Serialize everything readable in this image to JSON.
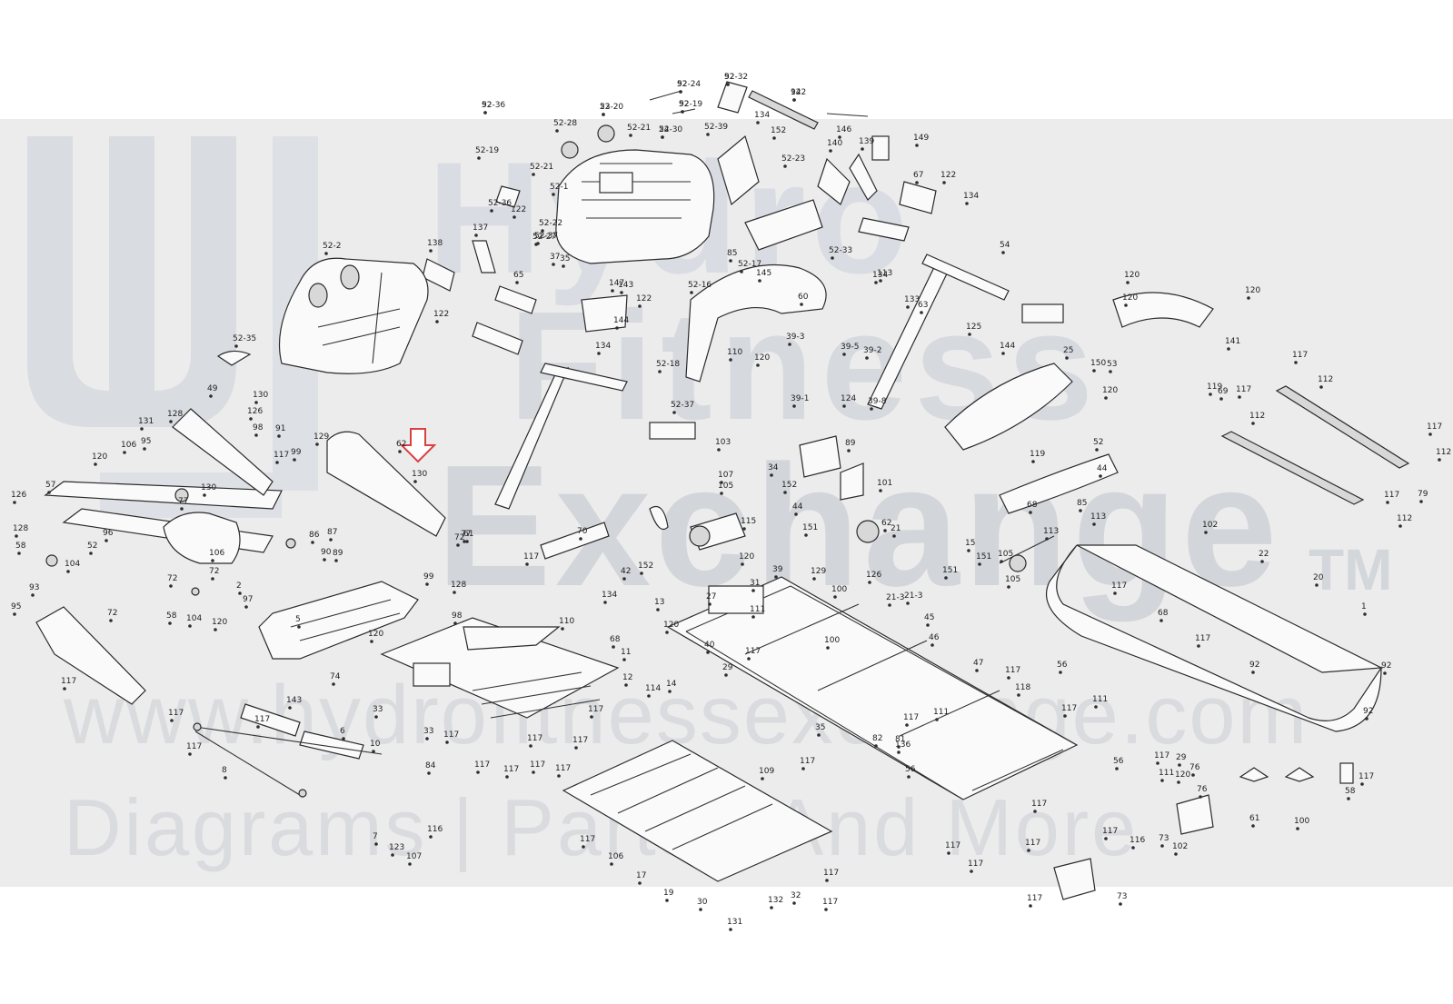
{
  "watermark": {
    "brand_line1": "Hydro",
    "brand_line2": "Fitness",
    "brand_line3": "Exchange",
    "trademark": "TM",
    "website": "www.hydrofitnessexchange.com",
    "tagline": "Diagrams | Parts | And More"
  },
  "colors": {
    "band": "#ececec",
    "watermark": "#d3d6da",
    "highlight_arrow": "#d94040",
    "ink": "#2a2a2a"
  },
  "highlight": {
    "icon": "down-arrow",
    "points_to_part": "62"
  },
  "part_labels": [
    "52-36",
    "52-24",
    "52-32",
    "142",
    "52-19",
    "52-20",
    "52-30",
    "52-21",
    "134",
    "52-39",
    "146",
    "149",
    "52-19",
    "52-28",
    "52-1",
    "152",
    "52-23",
    "140",
    "139",
    "52-36",
    "52-21",
    "52-37",
    "122",
    "52-33",
    "67",
    "122",
    "134",
    "52-22",
    "52-27",
    "65",
    "52-2",
    "138",
    "137",
    "122",
    "37",
    "147",
    "85",
    "52-17",
    "145",
    "122",
    "35",
    "143",
    "52-16",
    "60",
    "63",
    "144",
    "134",
    "52-18",
    "52-37",
    "110",
    "120",
    "39-3",
    "39-5",
    "39-2",
    "39-1",
    "124",
    "39-8",
    "134",
    "113",
    "133",
    "125",
    "54",
    "144",
    "25",
    "150",
    "120",
    "120",
    "120",
    "141",
    "53",
    "120",
    "119",
    "117",
    "112",
    "69",
    "117",
    "112",
    "117",
    "112",
    "79",
    "117",
    "112",
    "52-35",
    "49",
    "130",
    "131",
    "128",
    "126",
    "98",
    "91",
    "117",
    "99",
    "106",
    "95",
    "120",
    "129",
    "62",
    "130",
    "126",
    "57",
    "77",
    "130",
    "128",
    "96",
    "87",
    "58",
    "104",
    "86",
    "90",
    "72",
    "106",
    "99",
    "128",
    "72",
    "2",
    "77",
    "97",
    "93",
    "52",
    "104",
    "58",
    "120",
    "89",
    "61",
    "95",
    "72",
    "5",
    "98",
    "120",
    "72",
    "74",
    "117",
    "117",
    "143",
    "70",
    "117",
    "42",
    "134",
    "152",
    "120",
    "39",
    "129",
    "126",
    "111",
    "110",
    "33",
    "33",
    "117",
    "117",
    "117",
    "117",
    "117",
    "117",
    "117",
    "117",
    "117",
    "117",
    "6",
    "10",
    "8",
    "7",
    "68",
    "11",
    "12",
    "14",
    "27",
    "31",
    "100",
    "100",
    "40",
    "117",
    "120",
    "29",
    "84",
    "123",
    "107",
    "116",
    "115",
    "44",
    "62",
    "13",
    "114",
    "103",
    "107",
    "105",
    "34",
    "152",
    "119",
    "52",
    "44",
    "68",
    "85",
    "113",
    "113",
    "105",
    "105",
    "15",
    "151",
    "151",
    "151",
    "89",
    "101",
    "21",
    "21-3",
    "21-3",
    "45",
    "46",
    "47",
    "117",
    "118",
    "35",
    "136",
    "82",
    "81",
    "56",
    "117",
    "111",
    "56",
    "117",
    "111",
    "56",
    "117",
    "111",
    "120",
    "29",
    "76",
    "76",
    "116",
    "117",
    "61",
    "100",
    "58",
    "109",
    "117",
    "106",
    "17",
    "19",
    "30",
    "131",
    "132",
    "32",
    "117",
    "117",
    "117",
    "117",
    "117",
    "117",
    "117",
    "117",
    "117",
    "73",
    "102",
    "73",
    "102",
    "22",
    "20",
    "1",
    "68",
    "117",
    "117",
    "92",
    "92",
    "92",
    "92",
    "92",
    "92",
    "92",
    "92",
    "23",
    "24"
  ]
}
